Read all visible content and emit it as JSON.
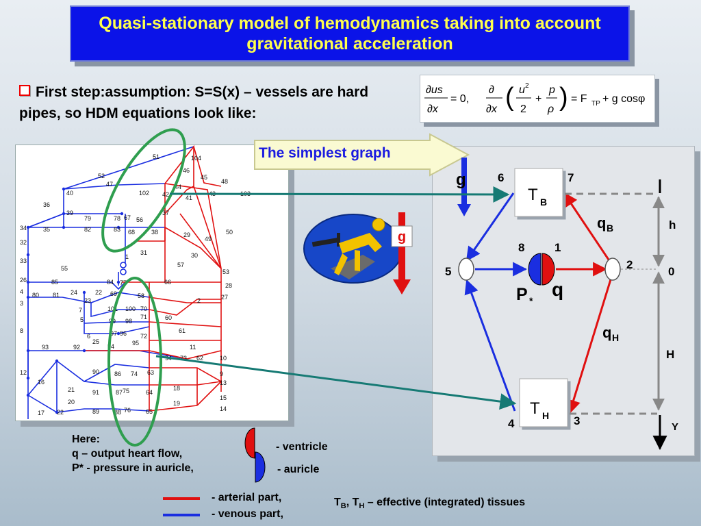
{
  "title": "Quasi-stationary model of hemodynamics taking into account gravitational acceleration",
  "assumption": {
    "text": "First step:assumption: S=S(x) – vessels are hard pipes, so HDM equations  look like:"
  },
  "equation": {
    "lhs1_num": "∂us",
    "lhs1_den": "∂x",
    "eq1": "= 0,",
    "op_num": "∂",
    "op_den": "∂x",
    "frac_u2": "u",
    "exp2": "2",
    "den2": "2",
    "plus": "+",
    "p": "p",
    "rho": "ρ",
    "rhs": "= F",
    "rhs_sub": "TP",
    "rhs_tail": "+ g cosφ"
  },
  "graph_label": "The simplest graph",
  "network": {
    "node_labels": [
      {
        "t": "51"
      },
      {
        "t": "104"
      },
      {
        "t": "52"
      },
      {
        "t": "46"
      },
      {
        "t": "45"
      },
      {
        "t": "48"
      },
      {
        "t": "47"
      },
      {
        "t": "44"
      },
      {
        "t": "103"
      },
      {
        "t": "40"
      },
      {
        "t": "102"
      },
      {
        "t": "42"
      },
      {
        "t": "41"
      },
      {
        "t": "43"
      },
      {
        "t": "36"
      },
      {
        "t": "39"
      },
      {
        "t": "79"
      },
      {
        "t": "78"
      },
      {
        "t": "67"
      },
      {
        "t": "56"
      },
      {
        "t": "37"
      },
      {
        "t": "34"
      },
      {
        "t": "35"
      },
      {
        "t": "82"
      },
      {
        "t": "83"
      },
      {
        "t": "68"
      },
      {
        "t": "38"
      },
      {
        "t": "29"
      },
      {
        "t": "49"
      },
      {
        "t": "50"
      },
      {
        "t": "32"
      },
      {
        "t": "1"
      },
      {
        "t": "31"
      },
      {
        "t": "30"
      },
      {
        "t": "33"
      },
      {
        "t": "57"
      },
      {
        "t": "55"
      },
      {
        "t": "53"
      },
      {
        "t": "26"
      },
      {
        "t": "85"
      },
      {
        "t": "84"
      },
      {
        "t": "77"
      },
      {
        "t": "66"
      },
      {
        "t": "28"
      },
      {
        "t": "4"
      },
      {
        "t": "80"
      },
      {
        "t": "81"
      },
      {
        "t": "24"
      },
      {
        "t": "22"
      },
      {
        "t": "69"
      },
      {
        "t": "58"
      },
      {
        "t": "27"
      },
      {
        "t": "3"
      },
      {
        "t": "23"
      },
      {
        "t": "2"
      },
      {
        "t": "7"
      },
      {
        "t": "101"
      },
      {
        "t": "100"
      },
      {
        "t": "70"
      },
      {
        "t": "5"
      },
      {
        "t": "99"
      },
      {
        "t": "98"
      },
      {
        "t": "71"
      },
      {
        "t": "60"
      },
      {
        "t": "8"
      },
      {
        "t": "97"
      },
      {
        "t": "96"
      },
      {
        "t": "72"
      },
      {
        "t": "61"
      },
      {
        "t": "6"
      },
      {
        "t": "25"
      },
      {
        "t": "93"
      },
      {
        "t": "92"
      },
      {
        "t": "54"
      },
      {
        "t": "95"
      },
      {
        "t": "11"
      },
      {
        "t": "94"
      },
      {
        "t": "73"
      },
      {
        "t": "62"
      },
      {
        "t": "10"
      },
      {
        "t": "12"
      },
      {
        "t": "90"
      },
      {
        "t": "86"
      },
      {
        "t": "74"
      },
      {
        "t": "63"
      },
      {
        "t": "9"
      },
      {
        "t": "16"
      },
      {
        "t": "21"
      },
      {
        "t": "13"
      },
      {
        "t": "91"
      },
      {
        "t": "87"
      },
      {
        "t": "75"
      },
      {
        "t": "64"
      },
      {
        "t": "18"
      },
      {
        "t": "20"
      },
      {
        "t": "15"
      },
      {
        "t": "17"
      },
      {
        "t": "22"
      },
      {
        "t": "89"
      },
      {
        "t": "88"
      },
      {
        "t": "76"
      },
      {
        "t": "65"
      },
      {
        "t": "19"
      },
      {
        "t": "14"
      }
    ]
  },
  "figure": {
    "g_label": "g",
    "g_box": "g"
  },
  "graph": {
    "TB": "T",
    "TB_sub": "B",
    "TH": "T",
    "TH_sub": "H",
    "n6": "6",
    "n7": "7",
    "n8": "8",
    "n1": "1",
    "n5": "5",
    "n2": "2",
    "n4": "4",
    "n3": "3",
    "qB": "q",
    "qB_sub": "B",
    "qH": "q",
    "qH_sub": "H",
    "q": "q",
    "P": "P",
    "P_sub": "*",
    "g": "g",
    "h": "h",
    "zero": "0",
    "H": "H",
    "Y": "Y"
  },
  "legend": {
    "here": "Here:",
    "line1": "q – output heart flow,",
    "line2": "P* - pressure in auricle,",
    "ventricle": "- ventricle",
    "auricle": "- auricle",
    "arterial": "- arterial part,",
    "venous": "- venous part,",
    "tissues_a": "T",
    "tissues_b": "B",
    "tissues_c": ", T",
    "tissues_d": "H",
    "tissues_e": " – effective (integrated) tissues"
  },
  "colors": {
    "arterial": "#e01010",
    "venous": "#1a2ee0",
    "title_bg": "#0b13e8",
    "title_fg": "#ffff4d",
    "connector": "#167a74",
    "ellipse": "#2f9e4f"
  }
}
